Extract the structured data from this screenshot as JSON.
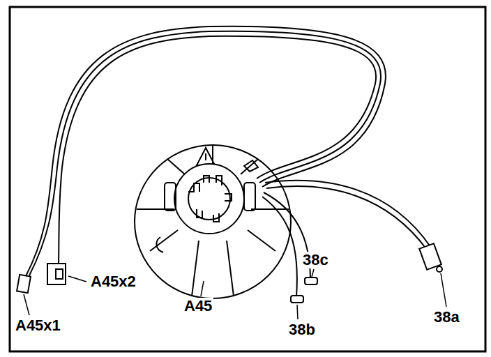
{
  "diagram": {
    "labels": [
      "A45x2",
      "A45x1",
      "A45",
      "38c",
      "38b",
      "38a"
    ]
  }
}
